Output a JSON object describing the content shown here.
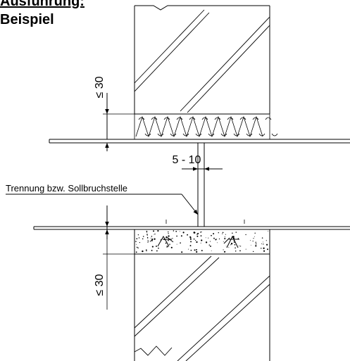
{
  "header": {
    "title": "Ausführung:",
    "subtitle": "Beispiel"
  },
  "dimensions": {
    "top_clearance": "≤ 30",
    "gap_width": "5 - 10",
    "bottom_clearance": "≤ 30"
  },
  "annotations": {
    "separation_note": "Trennung bzw. Sollbruchstelle"
  },
  "colors": {
    "line": "#000000",
    "background": "#ffffff"
  }
}
